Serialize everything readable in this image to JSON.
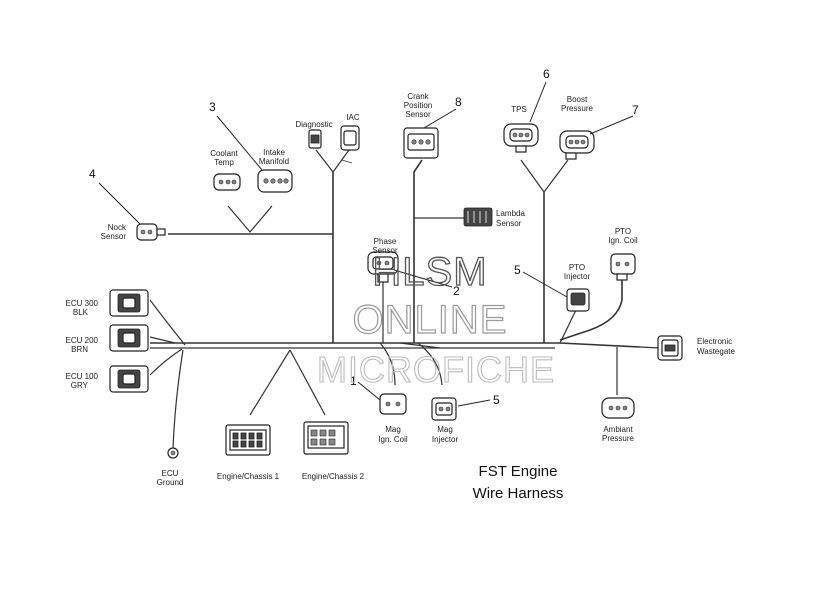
{
  "title": {
    "line1": "FST Engine",
    "line2": "Wire Harness"
  },
  "watermark": {
    "line1": "HLSM",
    "line2": "ONLINE",
    "line3": "MICROFICHE"
  },
  "callouts": {
    "c1": "1",
    "c2": "2",
    "c3": "3",
    "c4": "4",
    "c5a": "5",
    "c5b": "5",
    "c6": "6",
    "c7": "7",
    "c8": "8"
  },
  "labels": {
    "coolant_temp_1": "Coolant",
    "coolant_temp_2": "Temp",
    "intake_manifold_1": "Intake",
    "intake_manifold_2": "Manifold",
    "diagnostic": "Diagnostic",
    "iac": "IAC",
    "crank_1": "Crank",
    "crank_2": "Position",
    "crank_3": "Sensor",
    "tps": "TPS",
    "boost_1": "Boost",
    "boost_2": "Pressure",
    "knock_1": "Nock",
    "knock_2": "Sensor",
    "lambda_1": "Lambda",
    "lambda_2": "Sensor",
    "phase_1": "Phase",
    "phase_2": "Sensor",
    "pto_coil_1": "PTO",
    "pto_coil_2": "Ign. Coil",
    "pto_inj_1": "PTO",
    "pto_inj_2": "Injector",
    "ecu300_1": "ECU 300",
    "ecu300_2": "BLK",
    "ecu200_1": "ECU 200",
    "ecu200_2": "BRN",
    "ecu100_1": "ECU 100",
    "ecu100_2": "GRY",
    "wastegate_1": "Electronic",
    "wastegate_2": "Wastegate",
    "ambiant_1": "Ambiant",
    "ambiant_2": "Pressure",
    "mag_coil_1": "Mag",
    "mag_coil_2": "Ign. Coil",
    "mag_inj_1": "Mag",
    "mag_inj_2": "Injector",
    "ecu_ground_1": "ECU",
    "ecu_ground_2": "Ground",
    "chassis1": "Engine/Chassis 1",
    "chassis2": "Engine/Chassis 2"
  }
}
